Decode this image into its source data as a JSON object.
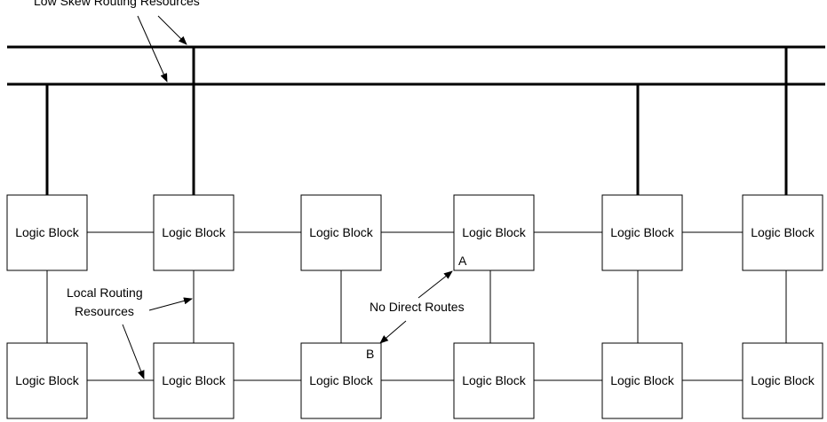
{
  "diagram": {
    "block_label": "Logic Block",
    "annotations": {
      "low_skew": "Low Skew Routing Resources",
      "local_routing_line1": "Local Routing",
      "local_routing_line2": "Resources",
      "no_direct_routes": "No Direct Routes",
      "point_a": "A",
      "point_b": "B"
    },
    "rows": [
      {
        "blocks": [
          "Logic Block",
          "Logic Block",
          "Logic Block",
          "Logic Block",
          "Logic Block",
          "Logic Block"
        ]
      },
      {
        "blocks": [
          "Logic Block",
          "Logic Block",
          "Logic Block",
          "Logic Block",
          "Logic Block",
          "Logic Block"
        ]
      }
    ]
  },
  "colors": {
    "line": "#000000",
    "background": "#ffffff"
  }
}
